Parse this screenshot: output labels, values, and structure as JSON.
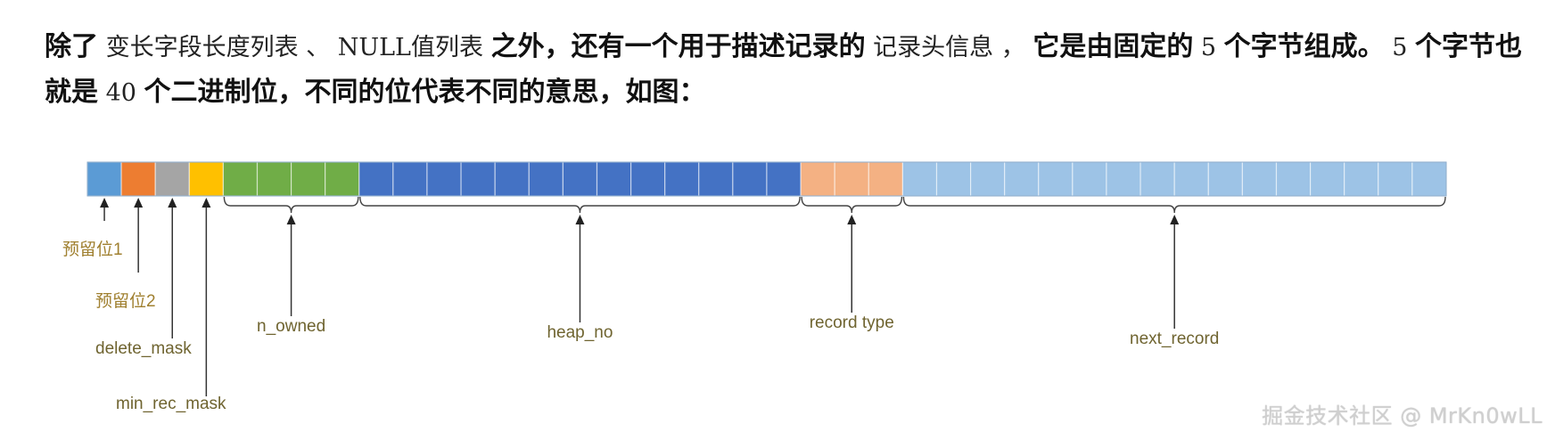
{
  "paragraph": {
    "p1": "除了",
    "c1": " 变长字段长度列表 、 NULL值列表 ",
    "p2": "之外，还有一个用于描述记录的",
    "c2": " 记录头信息 ， ",
    "p3": "它是由固定的",
    "c3": " 5 ",
    "p4": "个字节组成。",
    "c4": " 5 ",
    "p5": "个字节也就是",
    "c5": " 40 ",
    "p6": "个二进制位，不同的位代表不同的意思，如图："
  },
  "diagram": {
    "fields": [
      {
        "label": "预留位1",
        "bits": 1,
        "color": "#5b9bd5",
        "label_color": "#a08030"
      },
      {
        "label": "预留位2",
        "bits": 1,
        "color": "#ed7d31",
        "label_color": "#a08030"
      },
      {
        "label": "delete_mask",
        "bits": 1,
        "color": "#a5a5a5",
        "label_color": "#6f6430"
      },
      {
        "label": "min_rec_mask",
        "bits": 1,
        "color": "#ffc000",
        "label_color": "#6f6430"
      },
      {
        "label": "n_owned",
        "bits": 4,
        "color": "#70ad47",
        "label_color": "#6f6430"
      },
      {
        "label": "heap_no",
        "bits": 13,
        "color": "#4472c4",
        "label_color": "#6f6430"
      },
      {
        "label": "record type",
        "bits": 3,
        "color": "#f4b183",
        "label_color": "#6f6430"
      },
      {
        "label": "next_record",
        "bits": 16,
        "color": "#9dc3e6",
        "label_color": "#6f6430"
      }
    ]
  },
  "watermark": "掘金技术社区 @ MrKn0wLL"
}
